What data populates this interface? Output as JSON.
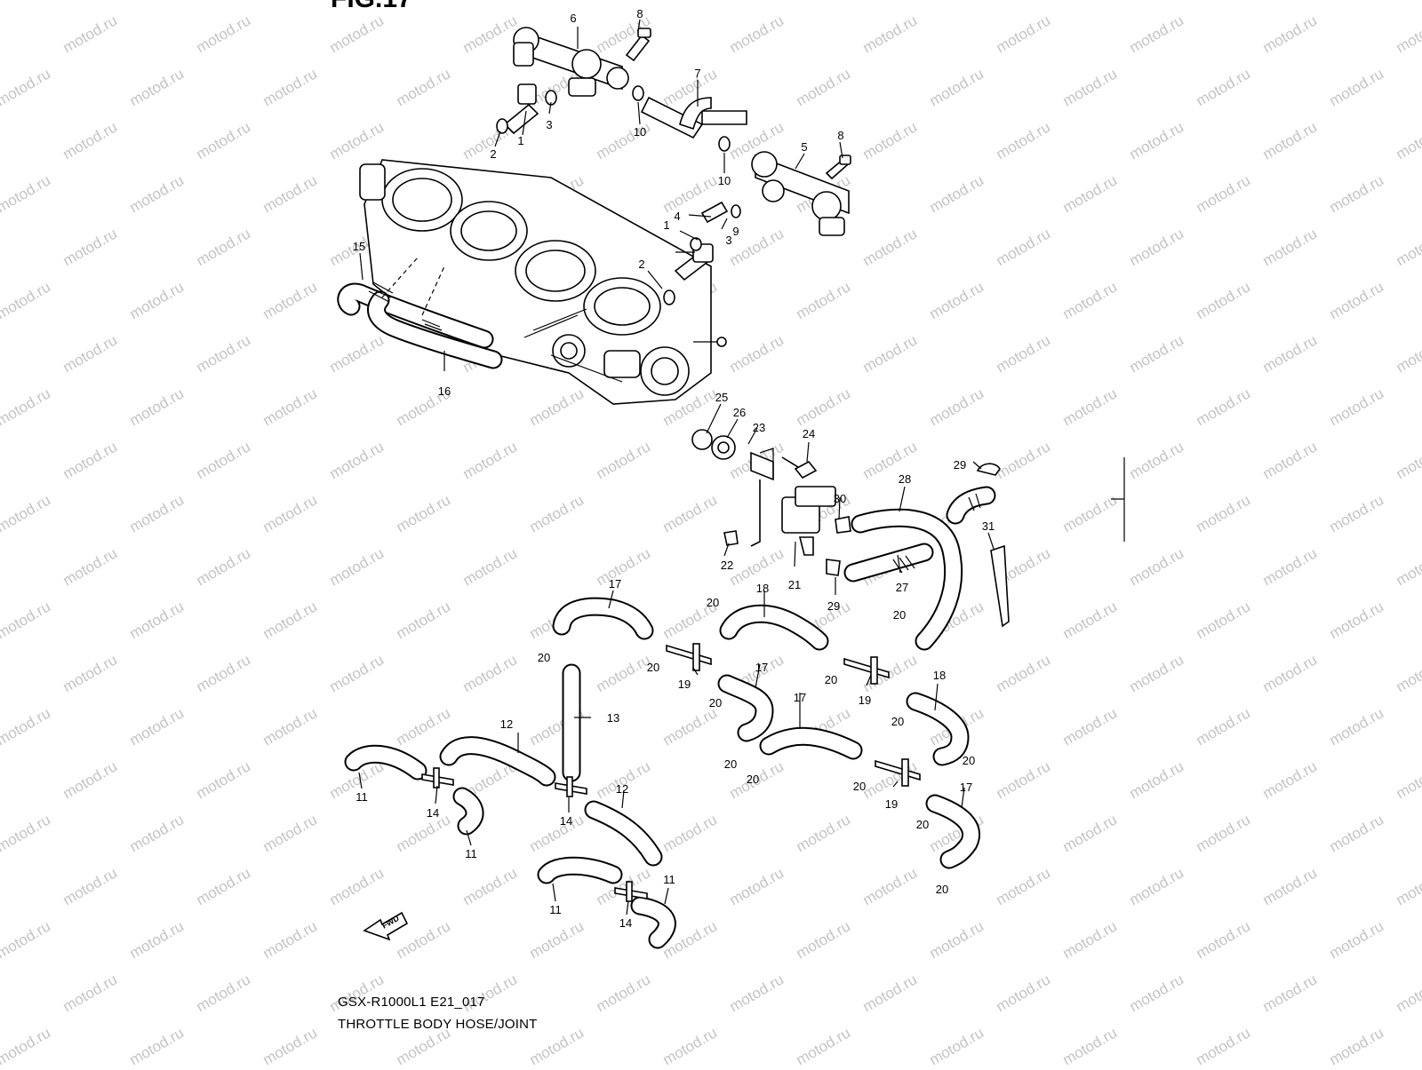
{
  "figure": {
    "title": "FIG.17",
    "model_code": "GSX-R1000L1 E21_017",
    "caption": "THROTTLE BODY HOSE/JOINT",
    "watermark": "motod.ru",
    "fwd_label": "FWD"
  },
  "callouts": {
    "c1a": "1",
    "c1b": "1",
    "c2a": "2",
    "c2b": "2",
    "c3a": "3",
    "c3b": "3",
    "c4": "4",
    "c5": "5",
    "c6": "6",
    "c7": "7",
    "c8a": "8",
    "c8b": "8",
    "c9": "9",
    "c10a": "10",
    "c10b": "10",
    "c11a": "11",
    "c11b": "11",
    "c11c": "11",
    "c11d": "11",
    "c12a": "12",
    "c12b": "12",
    "c13": "13",
    "c14a": "14",
    "c14b": "14",
    "c14c": "14",
    "c15": "15",
    "c16": "16",
    "c17a": "17",
    "c17b": "17",
    "c17c": "17",
    "c17d": "17",
    "c18a": "18",
    "c18b": "18",
    "c19a": "19",
    "c19b": "19",
    "c19c": "19",
    "c20a": "20",
    "c20b": "20",
    "c20c": "20",
    "c20d": "20",
    "c20e": "20",
    "c20f": "20",
    "c20g": "20",
    "c20h": "20",
    "c20i": "20",
    "c20j": "20",
    "c20k": "20",
    "c20l": "20",
    "c20m": "20",
    "c20n": "20",
    "c20o": "20",
    "c21": "21",
    "c22": "22",
    "c23": "23",
    "c24": "24",
    "c25": "25",
    "c26": "26",
    "c27": "27",
    "c28": "28",
    "c29a": "29",
    "c29b": "29",
    "c30": "30",
    "c31": "31"
  }
}
